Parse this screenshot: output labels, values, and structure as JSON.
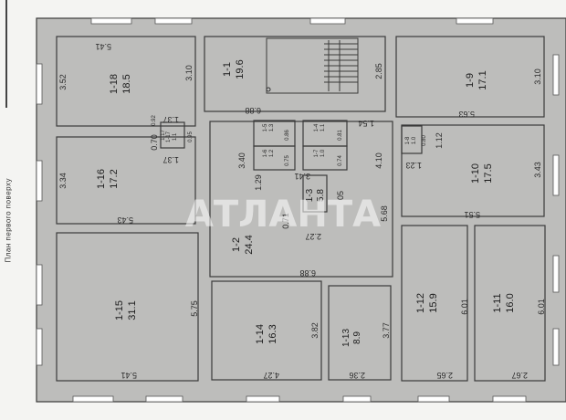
{
  "caption": "План первого поверху",
  "watermark": "АТЛАНТА",
  "rooms": [
    {
      "id": "1-18",
      "area": "18.5"
    },
    {
      "id": "1-1",
      "area": "19.6"
    },
    {
      "id": "1-9",
      "area": "17.1"
    },
    {
      "id": "1-16",
      "area": "17.2"
    },
    {
      "id": "1-10",
      "area": "17.5"
    },
    {
      "id": "1-2",
      "area": "24.4"
    },
    {
      "id": "1-3",
      "area": "5.8"
    },
    {
      "id": "1-15",
      "area": "31.1"
    },
    {
      "id": "1-14",
      "area": "16.3"
    },
    {
      "id": "1-13",
      "area": "8.9"
    },
    {
      "id": "1-12",
      "area": "15.9"
    },
    {
      "id": "1-11",
      "area": "16.0"
    }
  ],
  "small_rooms": [
    {
      "id": "1-5",
      "area": "1.3"
    },
    {
      "id": "1-6",
      "area": "1.2"
    },
    {
      "id": "1-17",
      "area": "1.1"
    },
    {
      "id": "1-8",
      "area": "1.0"
    },
    {
      "id": "1-4",
      "area": "1.1"
    },
    {
      "id": "1-7",
      "area": "1.0"
    }
  ],
  "dimensions": {
    "d_5_41_top": "5.41",
    "d_3_52": "3.52",
    "d_3_10_a": "3.10",
    "d_2_85": "2.85",
    "d_3_10_b": "3.10",
    "d_6_88_top": "6.88",
    "d_5_63": "5.63",
    "d_1_37_a": "1.37",
    "d_0_92": "0.92",
    "d_0_70": "0.70",
    "d_1_37_b": "1.37",
    "d_1_54": "1.54",
    "d_1_12": "1.12",
    "d_1_23": "1.23",
    "d_3_34": "3.34",
    "d_3_40": "3.40",
    "d_3_41": "3.41",
    "d_4_10": "4.10",
    "d_3_43": "3.43",
    "d_1_29": "1.29",
    "d_0_5": "05",
    "d_5_68": "5.68",
    "d_5_43": "5.43",
    "d_0_71": "0.71",
    "d_2_27": "2.27",
    "d_5_51": "5.51",
    "d_6_88_mid": "6.88",
    "d_5_75": "5.75",
    "d_3_82": "3.82",
    "d_3_77": "3.77",
    "d_6_01_a": "6.01",
    "d_6_01_b": "6.01",
    "d_5_41_bottom": "5.41",
    "d_4_27": "4.27",
    "d_2_36": "2.36",
    "d_2_65": "2.65",
    "d_2_67": "2.67",
    "d_0_86": "0.86",
    "d_0_75": "0.75",
    "d_0_80": "0.80",
    "d_0_81": "0.81",
    "d_0_74": "0.74",
    "d_0_95": "0.95",
    "d_1_17": "1.17"
  }
}
